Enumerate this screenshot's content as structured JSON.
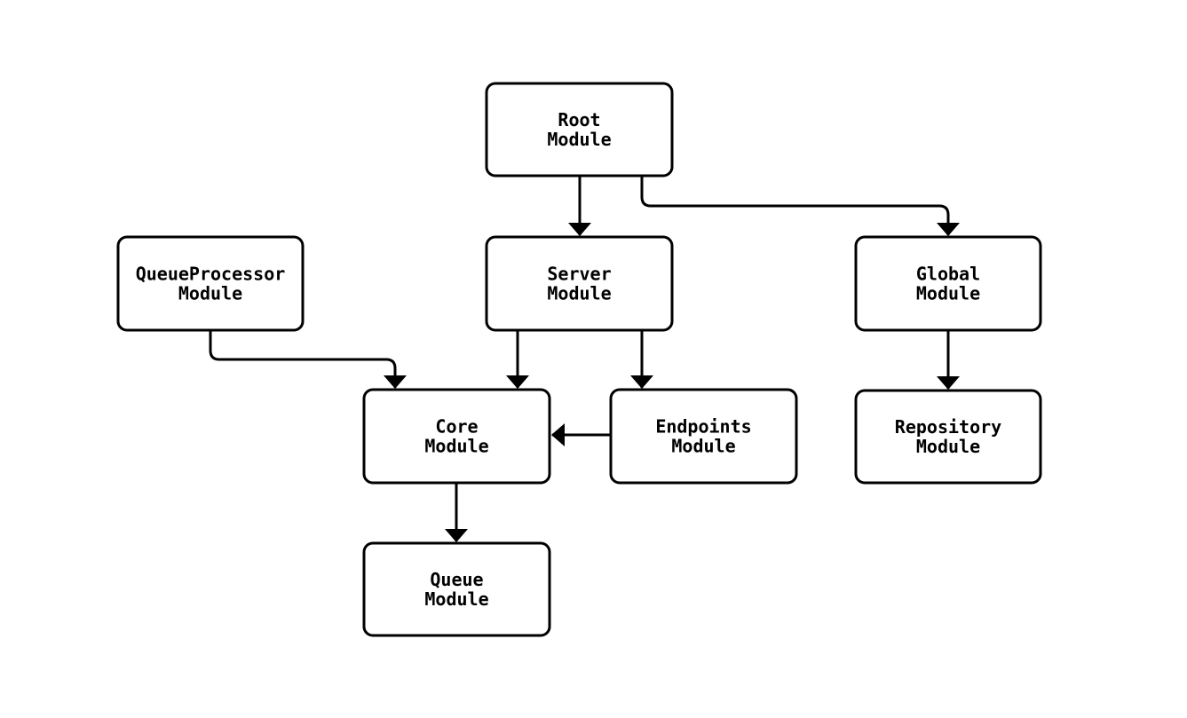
{
  "diagram": {
    "kind": "module-dependency-flowchart",
    "background_color": "#ffffff",
    "node_fill": "#ffffff",
    "node_border_color": "#000000",
    "edge_color": "#000000",
    "text_color": "#000000",
    "nodes": [
      {
        "id": "root",
        "line1": "Root",
        "line2": "Module"
      },
      {
        "id": "queue-processor",
        "line1": "QueueProcessor",
        "line2": "Module"
      },
      {
        "id": "server",
        "line1": "Server",
        "line2": "Module"
      },
      {
        "id": "global",
        "line1": "Global",
        "line2": "Module"
      },
      {
        "id": "core",
        "line1": "Core",
        "line2": "Module"
      },
      {
        "id": "endpoints",
        "line1": "Endpoints",
        "line2": "Module"
      },
      {
        "id": "repository",
        "line1": "Repository",
        "line2": "Module"
      },
      {
        "id": "queue",
        "line1": "Queue",
        "line2": "Module"
      }
    ],
    "edges": [
      {
        "from": "root",
        "to": "server"
      },
      {
        "from": "root",
        "to": "global"
      },
      {
        "from": "queue-processor",
        "to": "core"
      },
      {
        "from": "server",
        "to": "core"
      },
      {
        "from": "server",
        "to": "endpoints"
      },
      {
        "from": "endpoints",
        "to": "core"
      },
      {
        "from": "global",
        "to": "repository"
      },
      {
        "from": "core",
        "to": "queue"
      }
    ]
  }
}
